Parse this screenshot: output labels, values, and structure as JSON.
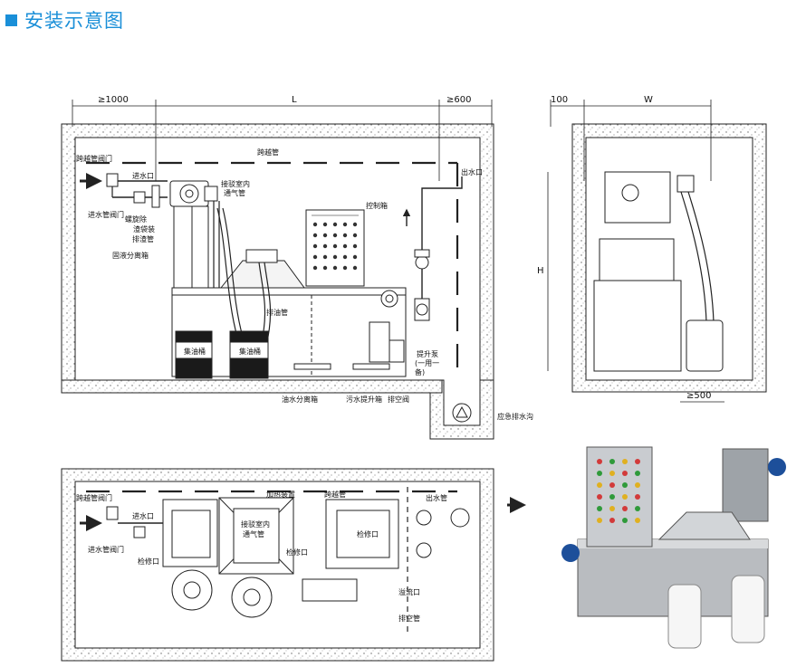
{
  "header": {
    "title": "安装示意图",
    "accent_color": "#1a8fd8"
  },
  "dims": {
    "d1000": "≥1000",
    "dL": "L",
    "d600": "≥600",
    "d100": "100",
    "dW": "W",
    "dH": "H",
    "d500": "≥500"
  },
  "front_view": {
    "cross_pipe": "跨越管",
    "cross_valve": "跨越管阀门",
    "water_inlet": "进水口",
    "inlet_valve": "进水管阀门",
    "screw_auger": "螺旋除",
    "residue_bag": "渣袋装",
    "residue_pipe": "排渣管",
    "solid_separation": "固液分离箱",
    "ventilation_1": "接驳室内",
    "ventilation_2": "通气管",
    "control_box": "控制箱",
    "outlet": "出水口",
    "oil_pipe": "排油管",
    "oil_drum_1": "集油桶",
    "oil_drum_2": "集油桶",
    "pump_1": "提升泵",
    "pump_2": "(一用一",
    "pump_3": "备)",
    "oil_water_box": "油水分离箱",
    "sewage_box": "污水提升箱",
    "drain_valve": "排空阀",
    "emergency_trench": "应急排水沟"
  },
  "top_view": {
    "cross_valve": "跨越管阀门",
    "water_inlet": "进水口",
    "inlet_valve": "进水管阀门",
    "heating": "加热装置",
    "cross_pipe": "跨越管",
    "outlet": "出水管",
    "inspection_1": "检修口",
    "ventilation_1": "接驳室内",
    "ventilation_2": "通气管",
    "inspection_2": "检修口",
    "inspection_3": "检修口",
    "overflow": "溢流口",
    "drain_pipe": "排空管"
  }
}
